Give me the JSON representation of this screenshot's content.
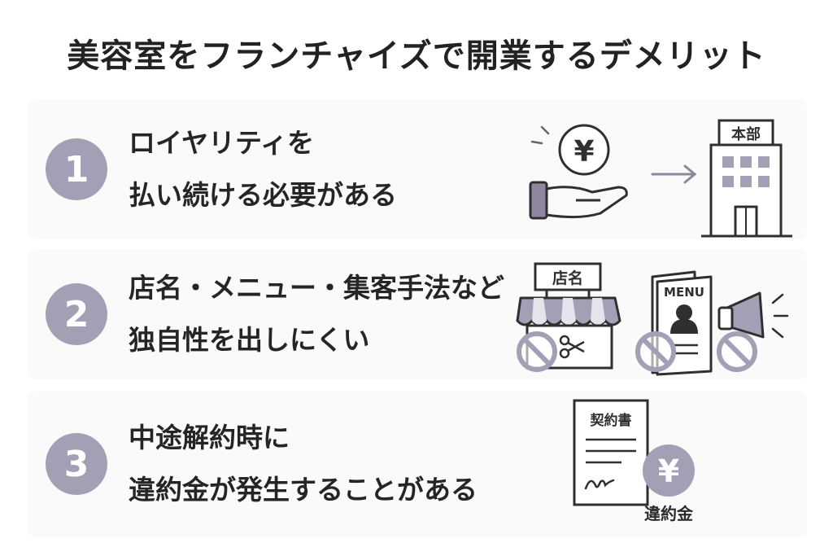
{
  "title": "美容室をフランチャイズで開業するデメリット",
  "items": [
    {
      "number": "1",
      "line1": "ロイヤリティを",
      "line2": "払い続ける必要がある"
    },
    {
      "number": "2",
      "line1": "店名・メニュー・集客手法など",
      "line2": "独自性を出しにくい"
    },
    {
      "number": "3",
      "line1": "中途解約時に",
      "line2": "違約金が発生することがある"
    }
  ],
  "illustrations": {
    "yen_symbol": "¥",
    "headquarters_label": "本部",
    "store_sign": "店名",
    "menu_label": "MENU",
    "contract_title": "契約書",
    "penalty_label": "違約金"
  },
  "colors": {
    "accent": "#a59fb5",
    "prohibition": "#a59fb5",
    "line": "#2f2f2f"
  }
}
